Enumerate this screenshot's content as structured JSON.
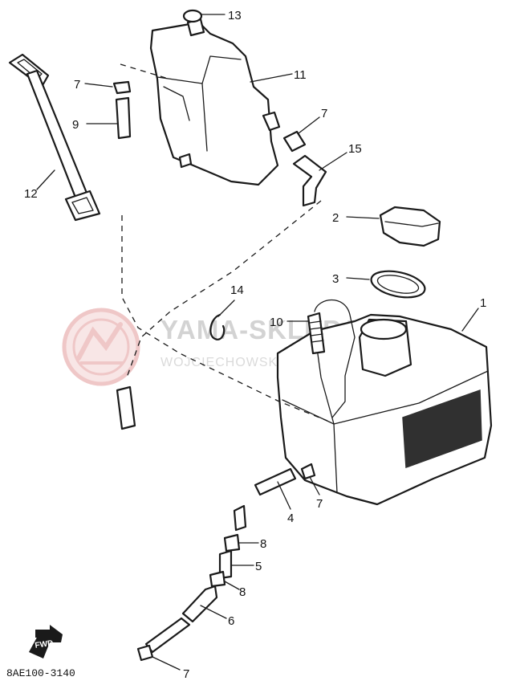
{
  "diagram": {
    "callouts": {
      "p1": "1",
      "p2": "2",
      "p3": "3",
      "p4": "4",
      "p5": "5",
      "p6": "6",
      "p7a": "7",
      "p7b": "7",
      "p7c": "7",
      "p7d": "7",
      "p8a": "8",
      "p8b": "8",
      "p9": "9",
      "p10": "10",
      "p11": "11",
      "p12": "12",
      "p13": "13",
      "p14": "14",
      "p15": "15"
    },
    "fwd_label": "FWD",
    "diagram_code": "8AE100-3140"
  },
  "watermark": {
    "title": "YAMA-SKLEP.PL",
    "subtitle": "WOJCIECHOWSKI DEALER YAMAHA"
  },
  "colors": {
    "line": "#1a1a1a",
    "background": "#ffffff",
    "watermark_logo": "#e8a0a0",
    "watermark_text": "#b0b0b0"
  }
}
